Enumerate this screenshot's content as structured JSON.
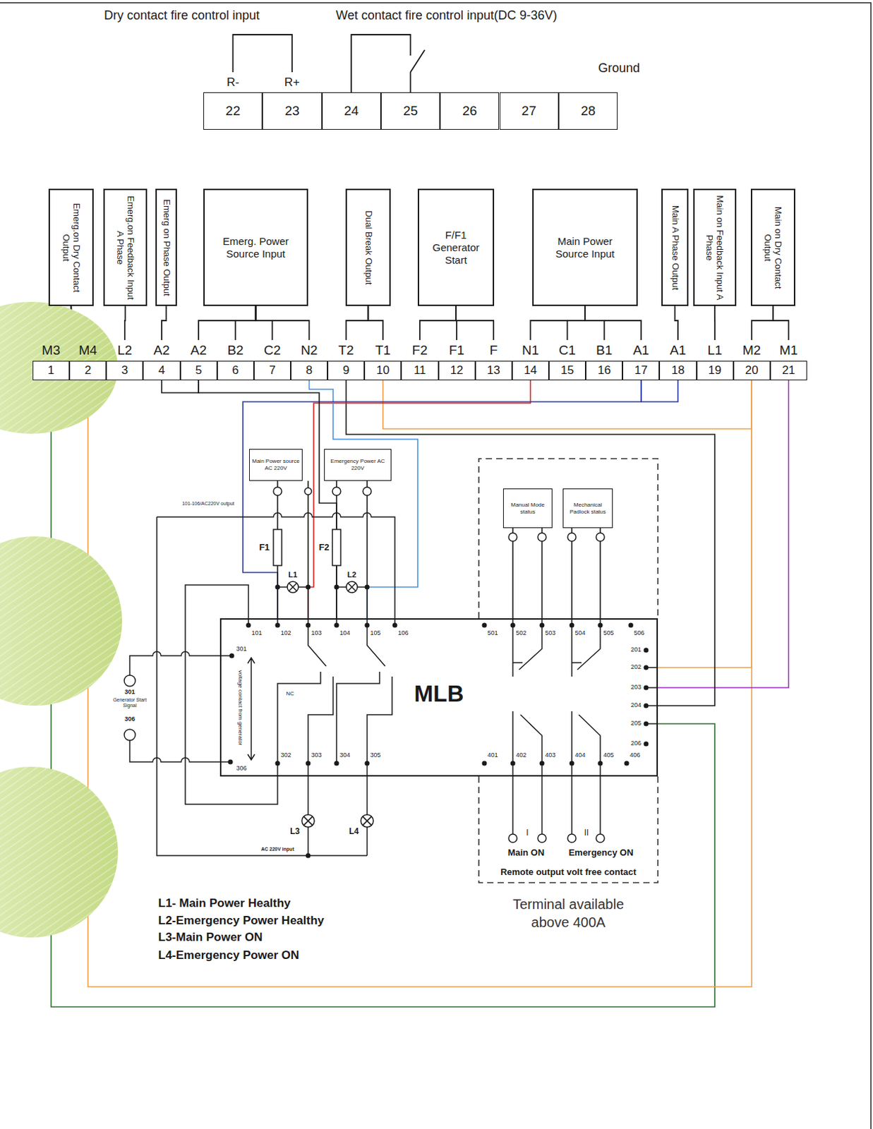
{
  "diagram": {
    "nodes": [
      {
        "text": [
          "R-",
          "22"
        ]
      },
      {
        "text": [
          "R+",
          "23"
        ]
      },
      {
        "text": [
          "24"
        ]
      },
      {
        "text": [
          "25"
        ]
      },
      {
        "text": [
          "26"
        ]
      },
      {
        "text": [
          "27"
        ]
      },
      {
        "text": [
          "28"
        ]
      },
      {
        "text": [
          "Emerg.on Dry Contact Output"
        ]
      },
      {
        "text": [
          "Emerg.on Feedback Input A Phase"
        ]
      },
      {
        "text": [
          "Emerg on Phase Output"
        ]
      },
      {
        "text": [
          "Emerg. Power Source Input"
        ]
      },
      {
        "text": [
          "Dual Break Output"
        ]
      },
      {
        "text": [
          "F/F1 Generator Start"
        ]
      },
      {
        "text": [
          "Main Power Source Input"
        ]
      },
      {
        "text": [
          "Main A Phase Output"
        ]
      },
      {
        "text": [
          "Main on Feedback Input A Phase"
        ]
      },
      {
        "text": [
          "Main on Dry Contact Output"
        ]
      },
      {
        "text": [
          "M3",
          "1"
        ]
      },
      {
        "text": [
          "M4",
          "2"
        ]
      },
      {
        "text": [
          "L2",
          "3"
        ]
      },
      {
        "text": [
          "A2",
          "4"
        ]
      },
      {
        "text": [
          "A2",
          "5"
        ]
      },
      {
        "text": [
          "B2",
          "6"
        ]
      },
      {
        "text": [
          "C2",
          "7"
        ]
      },
      {
        "text": [
          "N2",
          "8"
        ]
      },
      {
        "text": [
          "T2",
          "9"
        ]
      },
      {
        "text": [
          "T1",
          "10"
        ]
      },
      {
        "text": [
          "F2",
          "11"
        ]
      },
      {
        "text": [
          "F1",
          "12"
        ]
      },
      {
        "text": [
          "F",
          "13"
        ]
      },
      {
        "text": [
          "N1",
          "14"
        ]
      },
      {
        "text": [
          "C1",
          "15"
        ]
      },
      {
        "text": [
          "B1",
          "16"
        ]
      },
      {
        "text": [
          "A1",
          "17"
        ]
      },
      {
        "text": [
          "A1",
          "18"
        ]
      },
      {
        "text": [
          "L1",
          "19"
        ]
      },
      {
        "text": [
          "M2",
          "20"
        ]
      },
      {
        "text": [
          "M1",
          "21"
        ]
      },
      {
        "text": [
          "Main Power source AC 220V"
        ]
      },
      {
        "text": [
          "Emergency Power AC 220V"
        ]
      },
      {
        "text": [
          "Remote output volt free contact",
          "Terminal available above 400A"
        ]
      },
      {
        "text": [
          "Manual Mode status"
        ],
        "in": 40
      },
      {
        "text": [
          "Mechanical Padlock status"
        ],
        "in": 40
      },
      {
        "text": [
          "MLB"
        ]
      }
    ],
    "edges": [
      {
        "from": 7,
        "to": 17,
        "arrow": "none"
      },
      {
        "from": 7,
        "to": 18,
        "arrow": "none"
      },
      {
        "from": 8,
        "to": 19,
        "arrow": "none"
      },
      {
        "from": 9,
        "to": 20,
        "arrow": "none"
      },
      {
        "from": 10,
        "to": 21,
        "arrow": "none"
      },
      {
        "from": 10,
        "to": 22,
        "arrow": "none"
      },
      {
        "from": 10,
        "to": 23,
        "arrow": "none"
      },
      {
        "from": 10,
        "to": 24,
        "arrow": "none"
      },
      {
        "from": 11,
        "to": 25,
        "arrow": "none"
      },
      {
        "from": 11,
        "to": 26,
        "arrow": "none"
      },
      {
        "from": 12,
        "to": 27,
        "arrow": "none"
      },
      {
        "from": 12,
        "to": 28,
        "arrow": "none"
      },
      {
        "from": 12,
        "to": 29,
        "arrow": "none"
      },
      {
        "from": 13,
        "to": 30,
        "arrow": "none"
      },
      {
        "from": 13,
        "to": 31,
        "arrow": "none"
      },
      {
        "from": 13,
        "to": 32,
        "arrow": "none"
      },
      {
        "from": 13,
        "to": 33,
        "arrow": "none"
      },
      {
        "from": 14,
        "to": 34,
        "arrow": "none"
      },
      {
        "from": 15,
        "to": 35,
        "arrow": "none"
      },
      {
        "from": 16,
        "to": 36,
        "arrow": "none"
      },
      {
        "from": 16,
        "to": 37,
        "arrow": "none"
      },
      {
        "from": 0,
        "to": 1,
        "arrow": "none"
      },
      {
        "from": 2,
        "to": 3,
        "arrow": "none"
      },
      {
        "from": 17,
        "to": 43,
        "arrow": "none"
      },
      {
        "from": 18,
        "to": 36,
        "arrow": "none"
      },
      {
        "from": 26,
        "to": 36,
        "arrow": "none"
      },
      {
        "from": 36,
        "to": 43,
        "arrow": "none"
      },
      {
        "from": 37,
        "to": 43,
        "arrow": "none"
      },
      {
        "from": 25,
        "to": 43,
        "arrow": "none"
      },
      {
        "from": 30,
        "to": 43,
        "arrow": "none"
      },
      {
        "from": 24,
        "to": 43,
        "arrow": "none"
      },
      {
        "from": 33,
        "to": 43,
        "arrow": "none"
      },
      {
        "from": 34,
        "to": 33,
        "arrow": "none"
      },
      {
        "from": 20,
        "to": 21,
        "arrow": "none"
      },
      {
        "from": 21,
        "to": 43,
        "arrow": "none"
      },
      {
        "from": 38,
        "to": 43,
        "arrow": "none"
      },
      {
        "from": 38,
        "to": 43,
        "arrow": "none"
      },
      {
        "from": 39,
        "to": 43,
        "arrow": "none"
      },
      {
        "from": 39,
        "to": 43,
        "arrow": "none"
      },
      {
        "from": 41,
        "to": 43,
        "arrow": "none"
      },
      {
        "from": 41,
        "to": 43,
        "arrow": "none"
      },
      {
        "from": 42,
        "to": 43,
        "arrow": "none"
      },
      {
        "from": 42,
        "to": 43,
        "arrow": "none"
      }
    ],
    "labels": [
      "Dry contact fire control input",
      "Wet contact fire control input(DC 9-36V)",
      "Ground",
      "101-106/AC220V output",
      "F1",
      "L1",
      "F2",
      "L2",
      "101",
      "102",
      "103",
      "104",
      "105",
      "106",
      "501",
      "502",
      "503",
      "504",
      "505",
      "506",
      "201",
      "202",
      "203",
      "204",
      "205",
      "206",
      "301",
      "306",
      "voltage contact from generator",
      "NC",
      "302",
      "303",
      "304",
      "305",
      "401",
      "402",
      "403",
      "404",
      "405",
      "406",
      "301",
      "Generator Start Signal",
      "306",
      "L3",
      "L4",
      "AC 220V input",
      "I",
      "Main ON",
      "II",
      "Emergency ON",
      "L1- Main Power Healthy",
      "L2-Emergency Power Healthy",
      "L3-Main Power ON",
      "L4-Emergency Power ON"
    ]
  }
}
